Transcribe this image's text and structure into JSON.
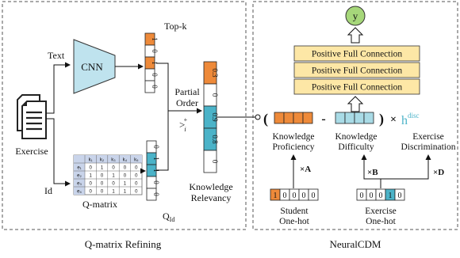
{
  "left_panel": {
    "title": "Q-matrix Refining",
    "exercise_label": "Exercise",
    "text_label": "Text",
    "id_label": "Id",
    "cnn_label": "CNN",
    "topk_label": "Top-k",
    "topk_vector": [
      "1",
      "0",
      "1",
      "0",
      "0"
    ],
    "qmatrix_label": "Q-matrix",
    "qid_label": "Q",
    "qid_sub": "Id",
    "qid_vector": [
      "0",
      "1",
      "1",
      "0",
      "0"
    ],
    "partial_order_line1": "Partial",
    "partial_order_line2": "Order",
    "order_symbol": ">",
    "order_sub": "i",
    "order_sup": "+",
    "relevancy_vector": [
      "0.3",
      "0",
      "0.9",
      "0.8",
      "0"
    ],
    "relevancy_label_line1": "Knowledge",
    "relevancy_label_line2": "Relevancy",
    "qmatrix_table": {
      "header": [
        "",
        "k₁",
        "k₂",
        "k₃",
        "k₄",
        "k₅"
      ],
      "rows": [
        {
          "label": "e₁",
          "cells": [
            "0",
            "1",
            "0",
            "0",
            "0"
          ]
        },
        {
          "label": "e₂",
          "cells": [
            "1",
            "0",
            "1",
            "0",
            "0"
          ]
        },
        {
          "label": "e₃",
          "cells": [
            "0",
            "0",
            "0",
            "1",
            "0"
          ]
        },
        {
          "label": "e₄",
          "cells": [
            "0",
            "0",
            "1",
            "1",
            "0"
          ]
        }
      ]
    }
  },
  "right_panel": {
    "title": "NeuralCDM",
    "output_label": "y",
    "fc_layers": [
      "Positive Full Connection",
      "Positive Full Connection",
      "Positive Full Connection"
    ],
    "open_paren": "(",
    "close_paren": ")",
    "minus": "-",
    "times": "×",
    "hdisc_base": "h",
    "hdisc_sup": "disc",
    "proficiency_line1": "Knowledge",
    "proficiency_line2": "Proficiency",
    "difficulty_line1": "Knowledge",
    "difficulty_line2": "Difficulty",
    "discrimination_line1": "Exercise",
    "discrimination_line2": "Discrimination",
    "mult_a": "×A",
    "mult_b": "×B",
    "mult_d": "×D",
    "student_vector": [
      "1",
      "0",
      "0",
      "0",
      "0"
    ],
    "student_line1": "Student",
    "student_line2": "One-hot",
    "exercise_vector": [
      "0",
      "0",
      "0",
      "1",
      "0"
    ],
    "exercise_line1": "Exercise",
    "exercise_line2": "One-hot"
  },
  "colors": {
    "orange": "#ee8a3a",
    "blue": "#4bb3c8",
    "light_blue": "#a9dbe6",
    "cnn_fill": "#bfe3ee",
    "fc_fill": "#fde7a6",
    "y_fill": "#a6d77a",
    "table_header": "#c9d4ea"
  }
}
